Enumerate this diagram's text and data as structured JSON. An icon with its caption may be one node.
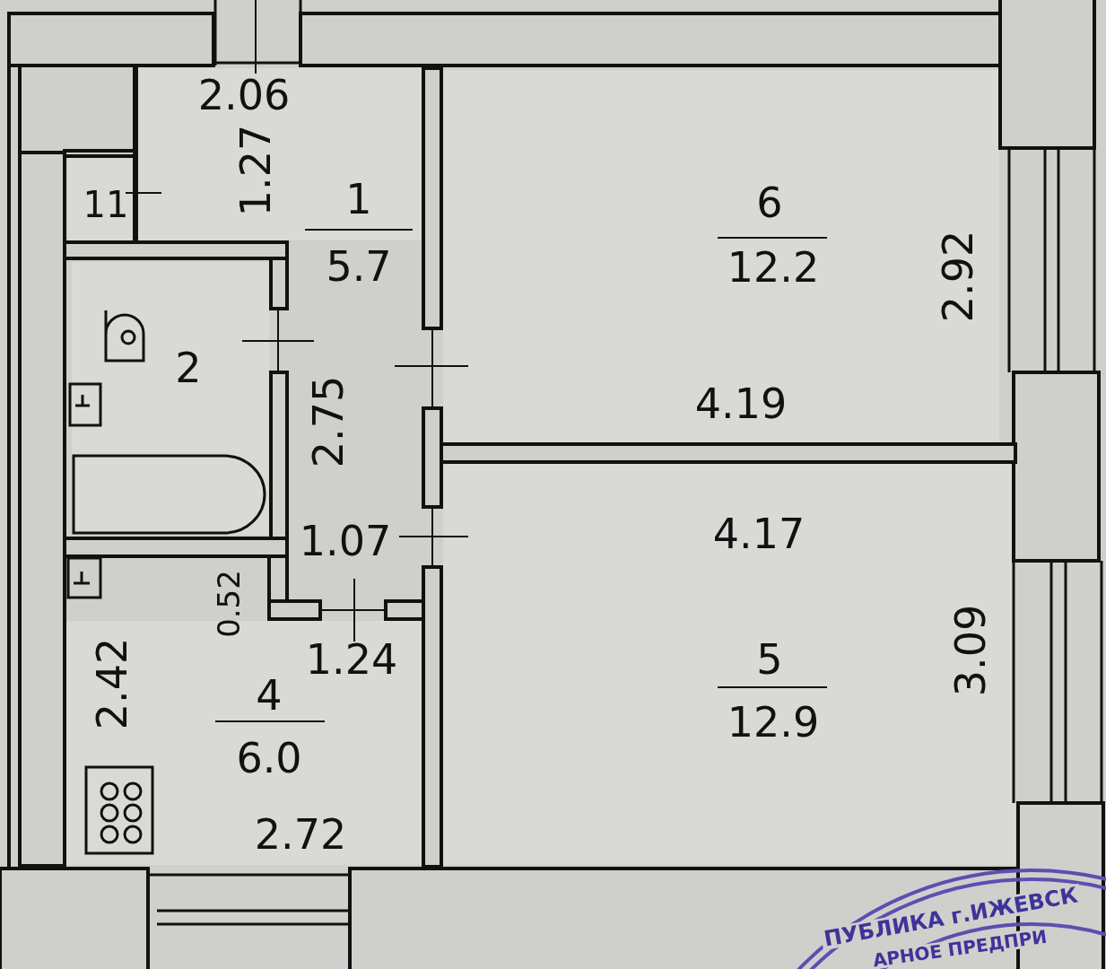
{
  "diagram": {
    "nodes": [
      {
        "text": [
          "11"
        ]
      },
      {
        "text": [
          "1",
          "5.7"
        ]
      },
      {
        "text": [
          "6",
          "12.2"
        ]
      },
      {
        "text": [
          "2"
        ]
      },
      {
        "text": [
          "5",
          "12.9"
        ]
      },
      {
        "text": [
          "4",
          "6.0"
        ]
      }
    ],
    "labels": [
      "2.06",
      "1.27",
      "2.92",
      "4.19",
      "2.75",
      "4.17",
      "1.07",
      "0.52",
      "3.09",
      "1.24",
      "2.42",
      "2.72",
      "ПУБЛИКА г.ИЖЕВСК",
      "АРНОЕ ПРЕДПРИ"
    ]
  }
}
